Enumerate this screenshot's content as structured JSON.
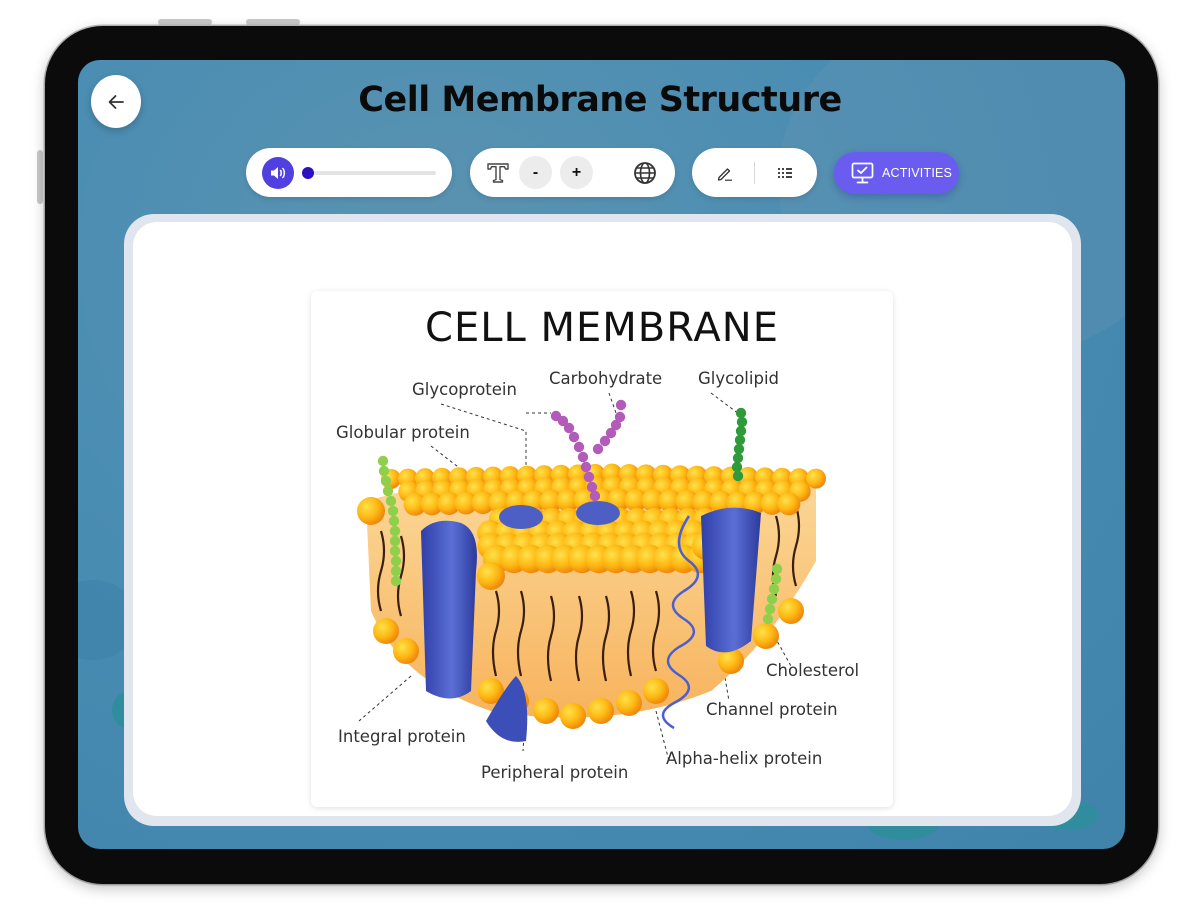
{
  "app": {
    "title": "Cell Membrane Structure"
  },
  "toolbar": {
    "back_icon": "arrow-left-icon",
    "audio": {
      "speaker_icon": "speaker-icon",
      "progress_percent": 0
    },
    "text_tools": {
      "font_icon": "text-font-icon",
      "decrease_label": "-",
      "increase_label": "+",
      "language_icon": "globe-icon"
    },
    "tools": {
      "pen_icon": "pencil-icon",
      "list_icon": "list-icon"
    },
    "activities_label": "ACTIVITIES",
    "activities_icon": "monitor-check-icon"
  },
  "colors": {
    "accent": "#5040e0",
    "activities": "#6b5cf0",
    "background": "#4a8db3"
  },
  "diagram": {
    "title": "CELL MEMBRANE",
    "labels": {
      "glycoprotein": "Glycoprotein",
      "carbohydrate": "Carbohydrate",
      "glycolipid": "Glycolipid",
      "globular_protein": "Globular protein",
      "cholesterol": "Cholesterol",
      "channel_protein": "Channel protein",
      "integral_protein": "Integral protein",
      "alpha_helix_protein": "Alpha-helix protein",
      "peripheral_protein": "Peripheral protein"
    }
  }
}
